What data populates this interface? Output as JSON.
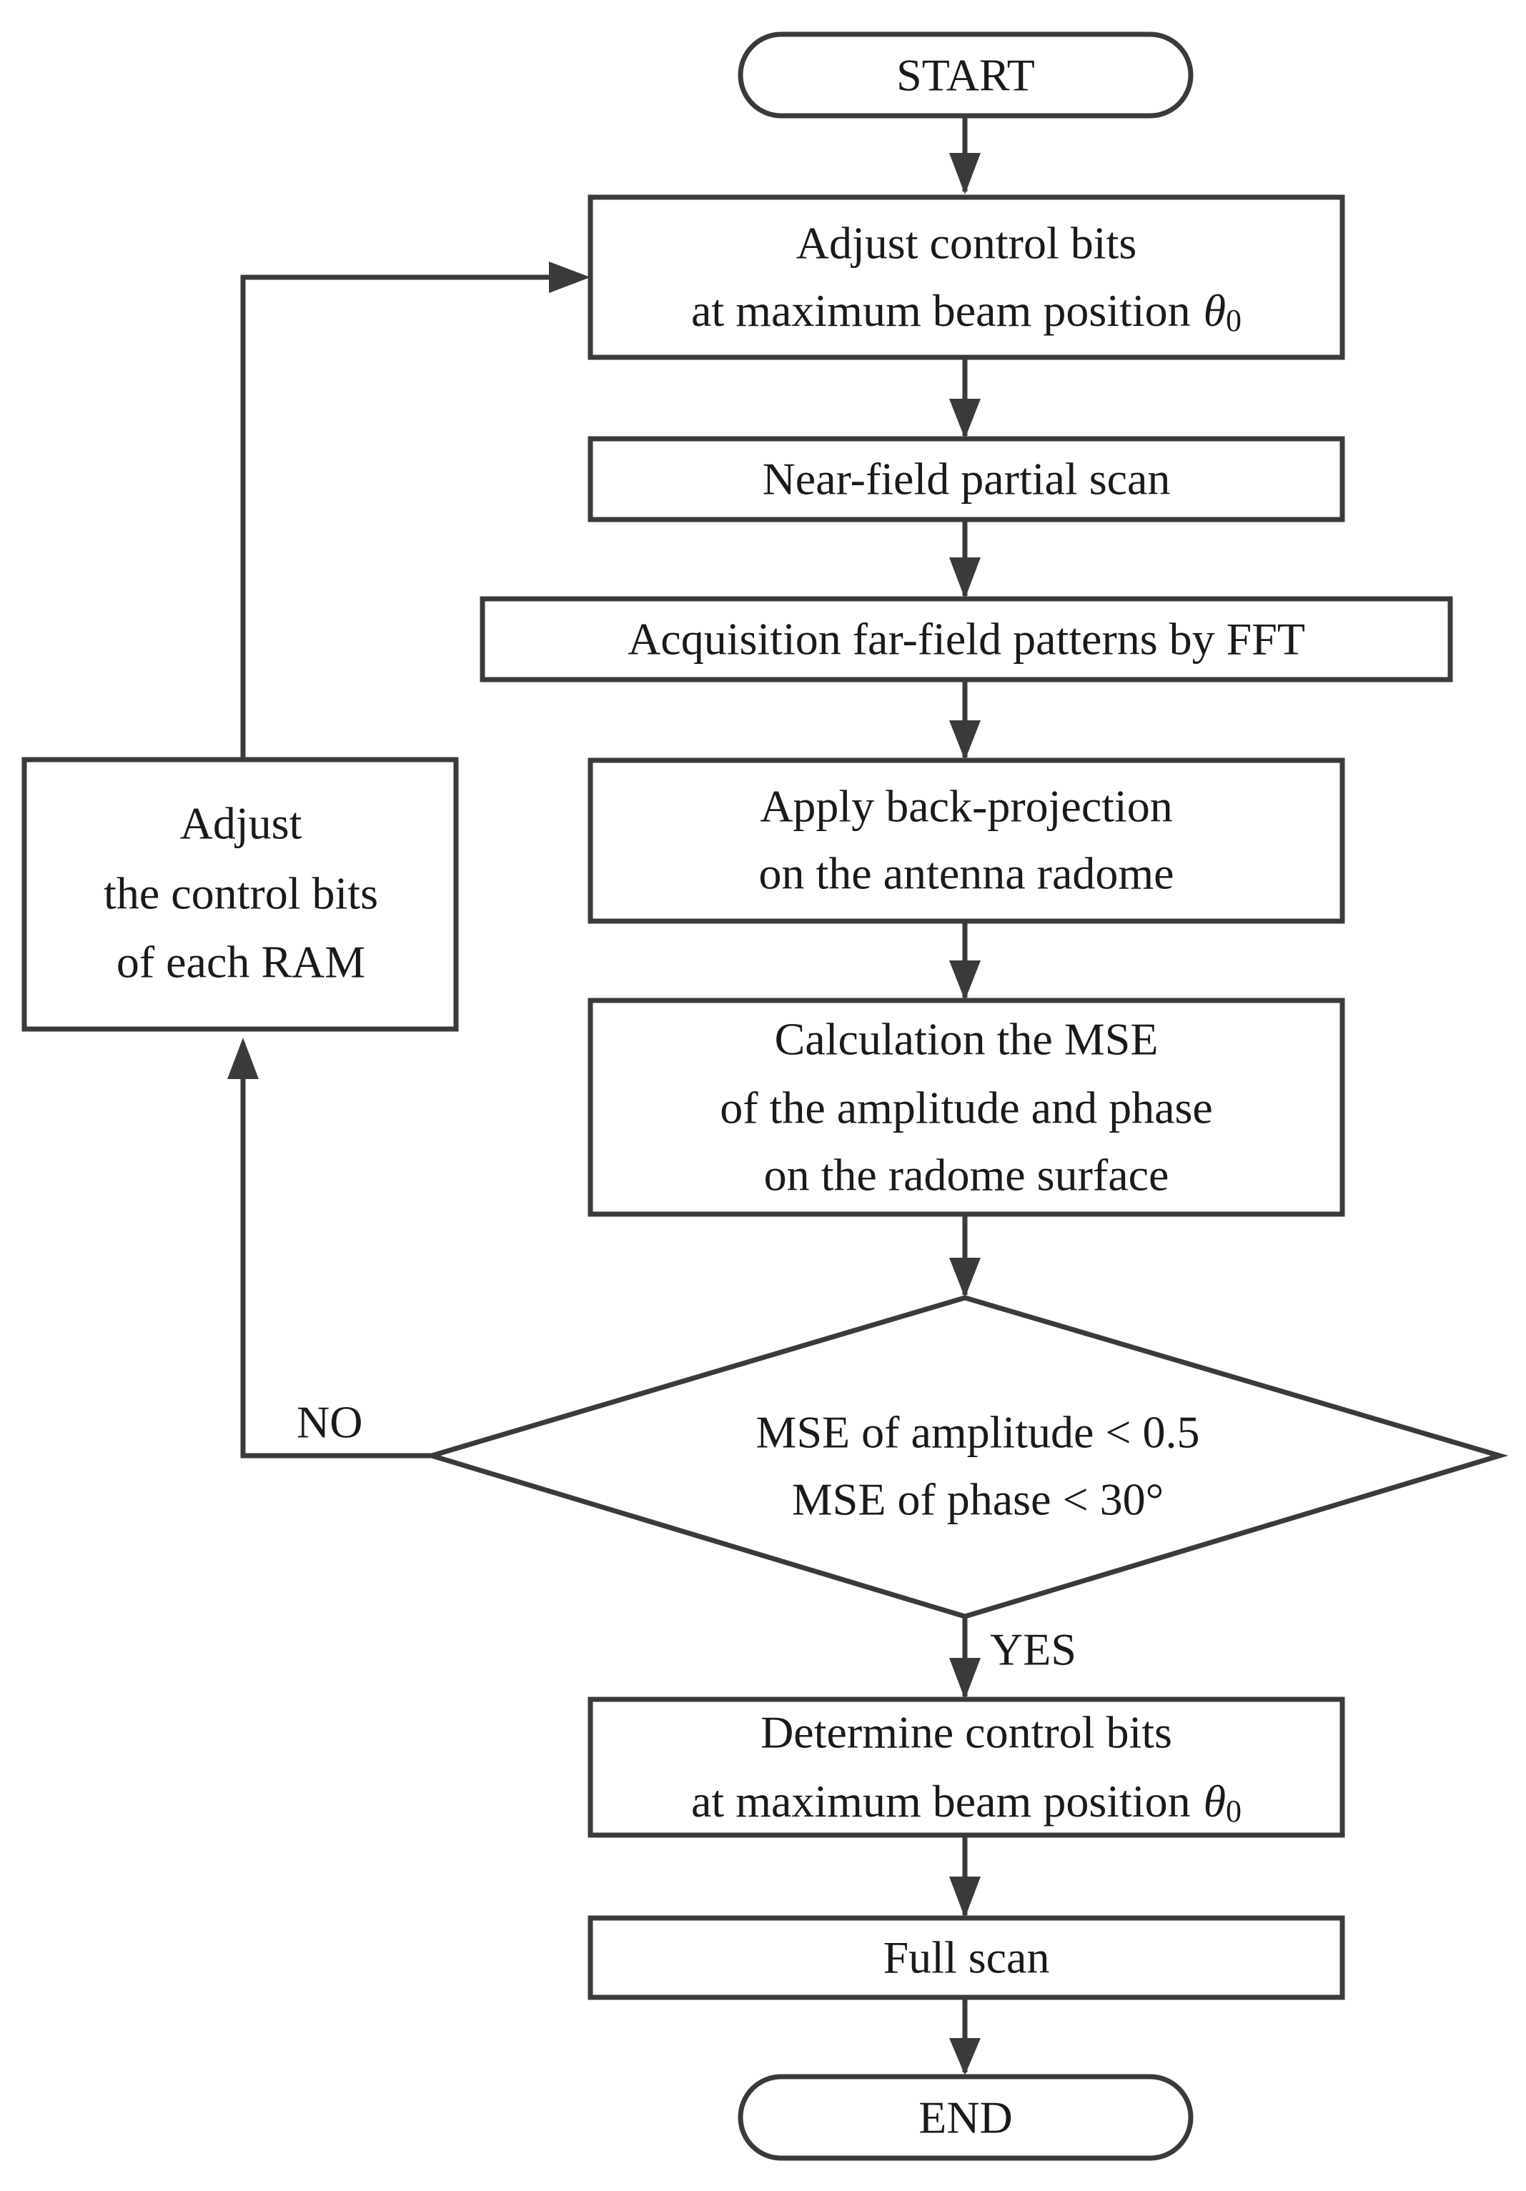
{
  "flowchart": {
    "start": "START",
    "adjust_beam": {
      "line1": "Adjust control bits",
      "line2": "at maximum beam position",
      "symbol": "θ",
      "subscript": "0"
    },
    "near_field_scan": "Near-field partial scan",
    "acquisition": "Acquisition far-field patterns by FFT",
    "back_projection": {
      "line1": "Apply back-projection",
      "line2": "on the antenna radome"
    },
    "mse_calc": {
      "line1": "Calculation the MSE",
      "line2": "of the amplitude and phase",
      "line3": "on the radome surface"
    },
    "decision": {
      "line1": "MSE of amplitude < 0.5",
      "line2": "MSE of phase < 30°"
    },
    "no_label": "NO",
    "yes_label": "YES",
    "adjust_ram": {
      "line1": "Adjust",
      "line2": "the control bits",
      "line3": "of each RAM"
    },
    "determine": {
      "line1": "Determine control bits",
      "line2": "at maximum beam position",
      "symbol": "θ",
      "subscript": "0"
    },
    "full_scan": "Full scan",
    "end": "END"
  }
}
